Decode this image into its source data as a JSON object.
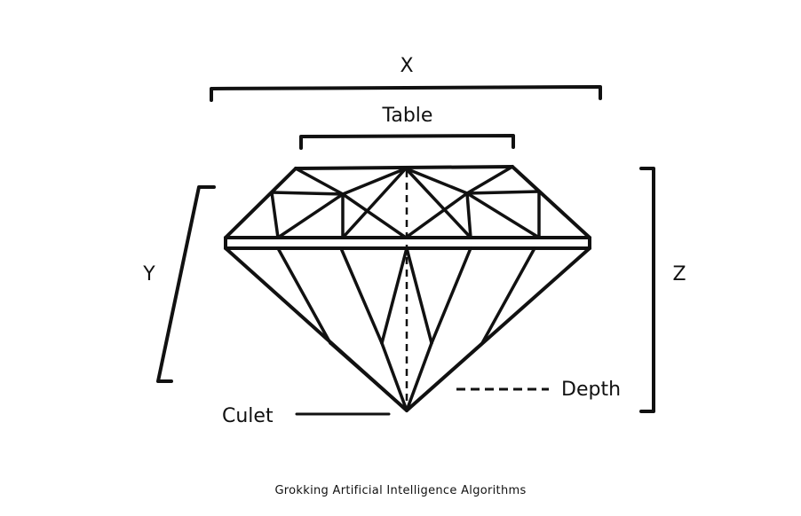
{
  "labels": {
    "x": "X",
    "table": "Table",
    "y": "Y",
    "z": "Z",
    "depth": "Depth",
    "culet": "Culet"
  },
  "footer": "Grokking Artificial Intelligence Algorithms",
  "colors": {
    "ink": "#111111",
    "background": "#ffffff"
  }
}
